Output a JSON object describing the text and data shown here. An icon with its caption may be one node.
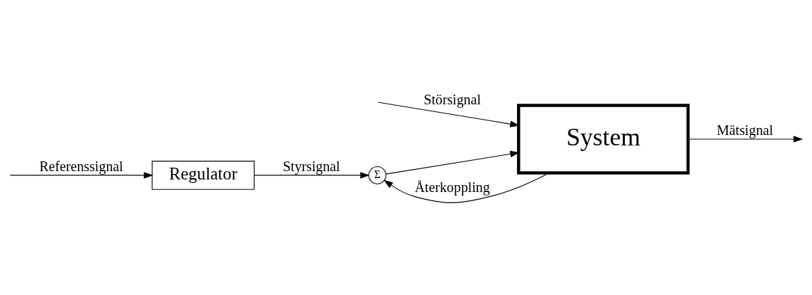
{
  "diagram": {
    "nodes": [
      {
        "text": [
          "Regulator"
        ]
      },
      {
        "text": [
          "Σ"
        ]
      },
      {
        "text": [
          "System"
        ]
      }
    ],
    "edges": [
      {
        "from": null,
        "to": 0,
        "arrow": "to",
        "label": "Referenssignal"
      },
      {
        "from": 0,
        "to": 1,
        "arrow": "to",
        "label": "Styrsignal"
      },
      {
        "from": 1,
        "to": 2,
        "arrow": "to"
      },
      {
        "from": null,
        "to": 2,
        "arrow": "to",
        "label": "Störsignal"
      },
      {
        "from": 2,
        "to": null,
        "arrow": "to",
        "label": "Mätsignal"
      },
      {
        "from": 2,
        "to": 1,
        "arrow": "to",
        "label": "Återkoppling"
      }
    ]
  }
}
